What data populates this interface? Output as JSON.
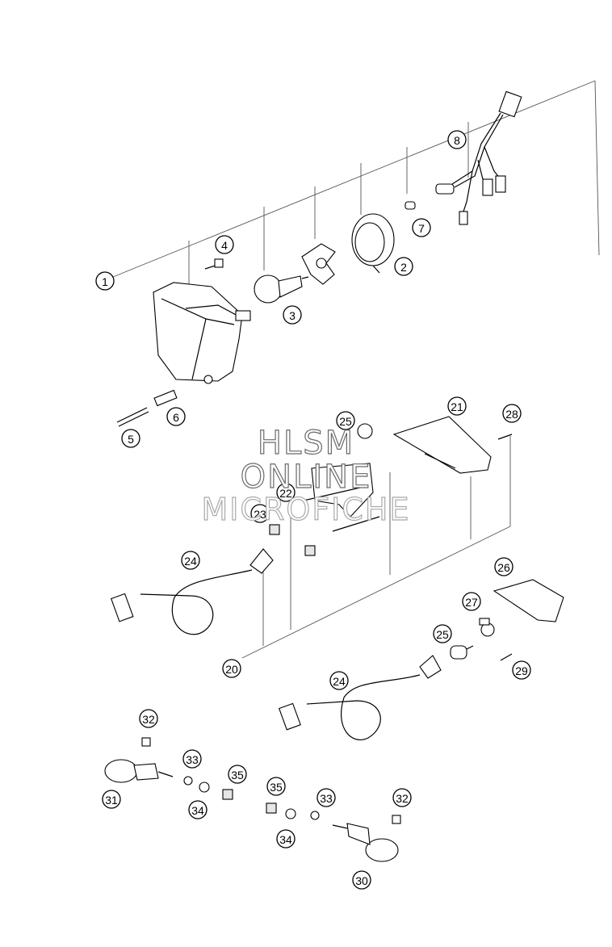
{
  "callouts": [
    {
      "label": "1"
    },
    {
      "label": "2"
    },
    {
      "label": "3"
    },
    {
      "label": "4"
    },
    {
      "label": "5"
    },
    {
      "label": "6"
    },
    {
      "label": "7"
    },
    {
      "label": "8"
    },
    {
      "label": "20"
    },
    {
      "label": "21"
    },
    {
      "label": "22"
    },
    {
      "label": "23"
    },
    {
      "label": "24"
    },
    {
      "label": "24"
    },
    {
      "label": "25"
    },
    {
      "label": "25"
    },
    {
      "label": "26"
    },
    {
      "label": "27"
    },
    {
      "label": "28"
    },
    {
      "label": "29"
    },
    {
      "label": "30"
    },
    {
      "label": "31"
    },
    {
      "label": "32"
    },
    {
      "label": "32"
    },
    {
      "label": "33"
    },
    {
      "label": "33"
    },
    {
      "label": "34"
    },
    {
      "label": "34"
    },
    {
      "label": "35"
    },
    {
      "label": "35"
    }
  ],
  "watermark": {
    "line1": "HLSM",
    "line2": "ONLINE",
    "line3": "MICROFICHE"
  },
  "colors": {
    "line": "#000000",
    "watermark_outline": "#6a6a6a",
    "background": "#ffffff"
  }
}
